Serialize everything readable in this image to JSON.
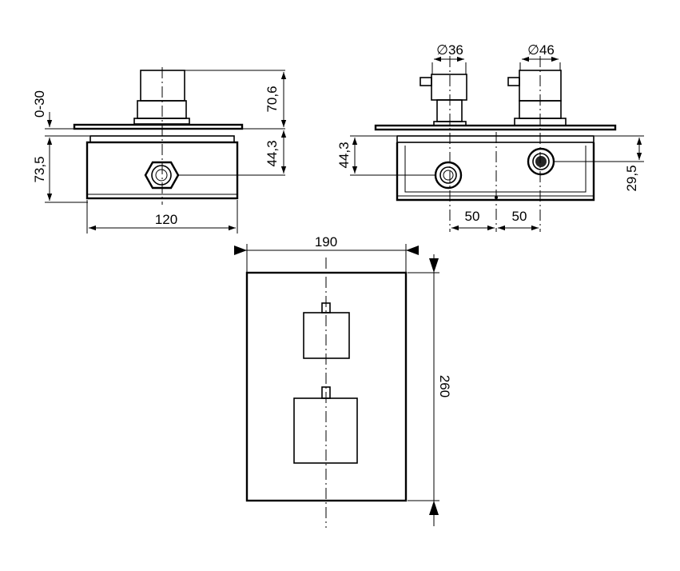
{
  "drawing": {
    "side_view": {
      "dims": {
        "height_handle": "70,6",
        "adjust_range": "0-30",
        "box_depth": "73,5",
        "outlet_height": "44,3",
        "box_width": "120"
      }
    },
    "top_view": {
      "dims": {
        "dia_small": "∅36",
        "dia_large": "∅46",
        "outlet_height": "44,3",
        "inlet_height": "29,5",
        "spacing_left": "50",
        "spacing_right": "50"
      }
    },
    "front_view": {
      "dims": {
        "plate_width": "190",
        "plate_height": "260"
      }
    }
  }
}
